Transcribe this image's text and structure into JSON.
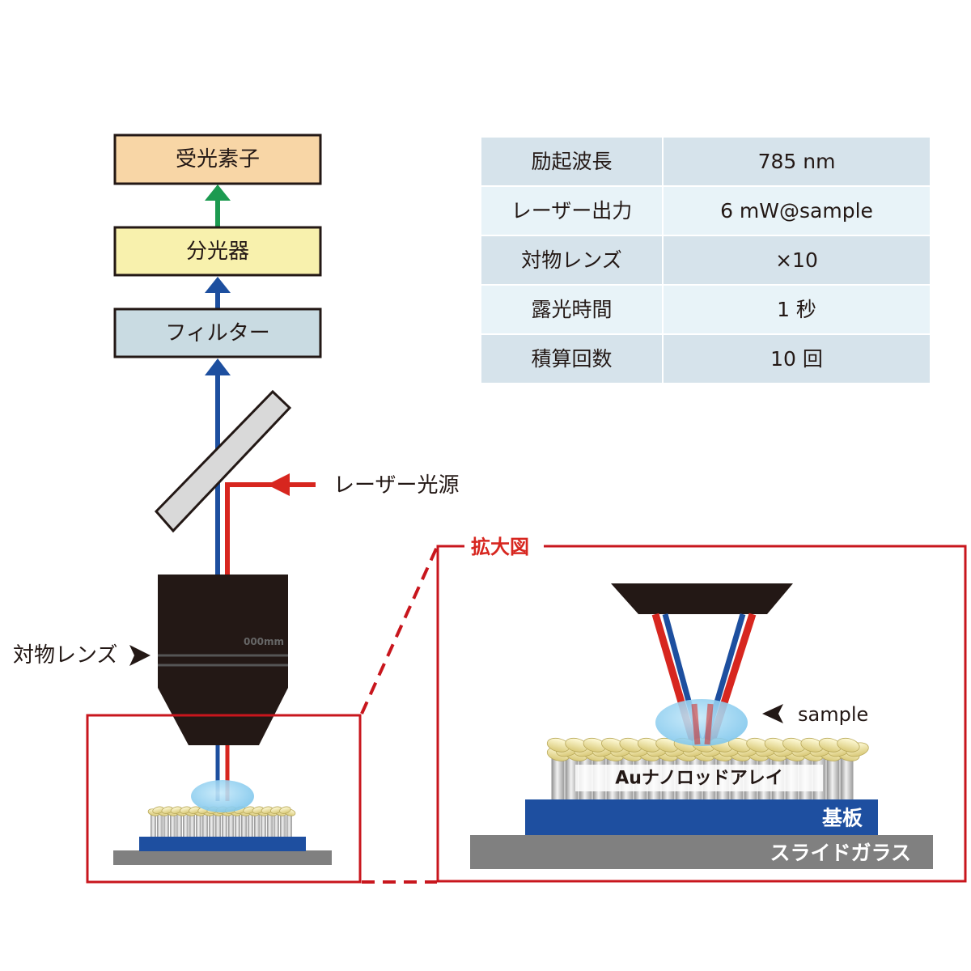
{
  "flow": {
    "detector": "受光素子",
    "spectrometer": "分光器",
    "filter": "フィルター",
    "laser_source": "レーザー光源",
    "objective": "対物レンズ",
    "objective_engraving": "000mm"
  },
  "params_table": {
    "rows": [
      {
        "label": "励起波長",
        "value": "785 nm"
      },
      {
        "label": "レーザー出力",
        "value": "6 mW@sample"
      },
      {
        "label": "対物レンズ",
        "value": "×10"
      },
      {
        "label": "露光時間",
        "value": "1 秒"
      },
      {
        "label": "積算回数",
        "value": "10 回"
      }
    ]
  },
  "inset": {
    "title": "拡大図",
    "sample": "sample",
    "nanorod": "Auナノロッドアレイ",
    "substrate": "基板",
    "slide": "スライドガラス"
  },
  "colors": {
    "detector_fill": "#f8d6a6",
    "spectrometer_fill": "#f8f1ad",
    "filter_fill": "#c9dbe2",
    "scattered_light": "#1d4f9f",
    "laser": "#d7261f",
    "arrow_green": "#1c9a50",
    "inset_frame": "#c8161d",
    "substrate": "#1e4fa0",
    "slide_glass": "#808080",
    "table_dark": "#d6e3eb",
    "table_light": "#e8f3f8"
  }
}
